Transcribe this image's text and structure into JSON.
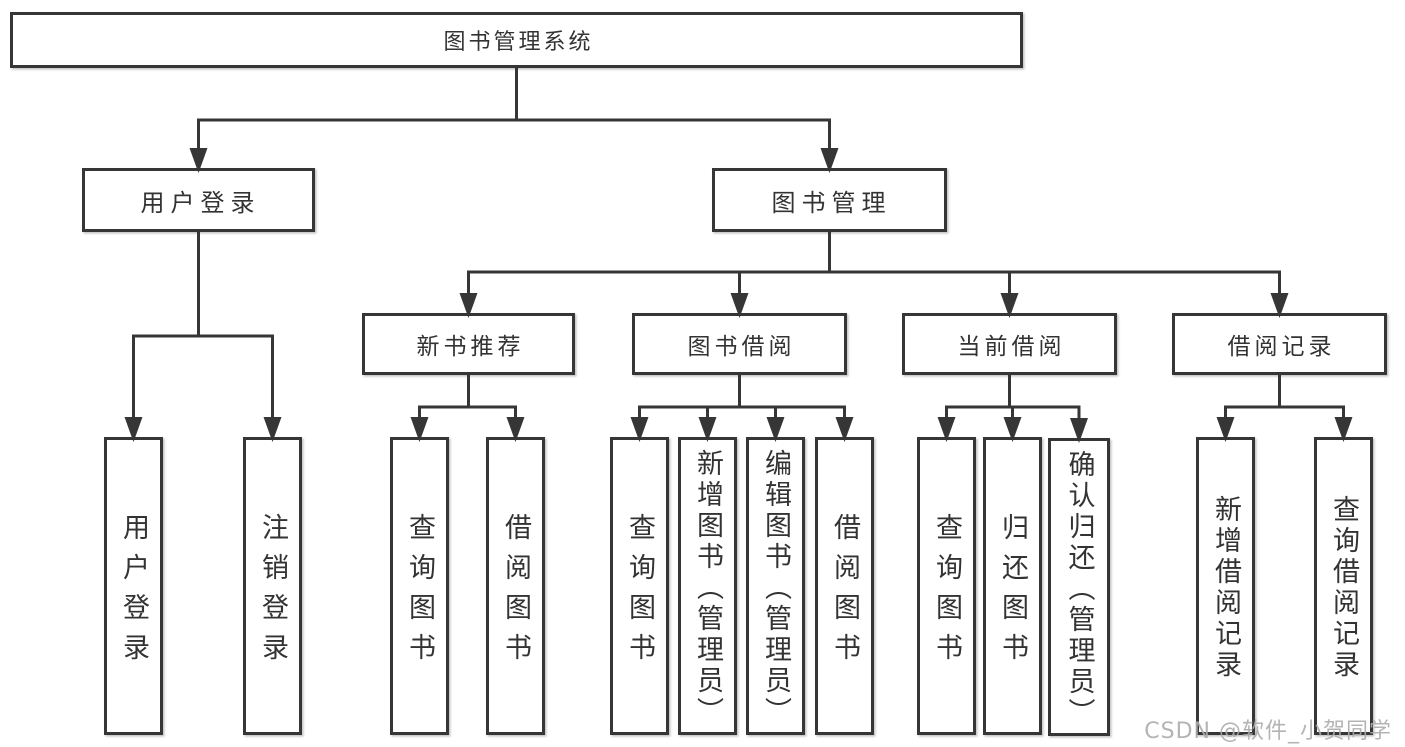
{
  "watermark": "CSDN @软件_小贺同学",
  "diagram": {
    "title": "图书管理系统",
    "nodes": [
      {
        "id": "root",
        "label": "图书管理系统"
      },
      {
        "id": "user-login",
        "label": "用户登录"
      },
      {
        "id": "book-mgmt",
        "label": "图书管理"
      },
      {
        "id": "login",
        "label": "用户登录"
      },
      {
        "id": "logout",
        "label": "注销登录"
      },
      {
        "id": "new-book-rec",
        "label": "新书推荐"
      },
      {
        "id": "book-borrow",
        "label": "图书借阅"
      },
      {
        "id": "current-borrow",
        "label": "当前借阅"
      },
      {
        "id": "borrow-records",
        "label": "借阅记录"
      },
      {
        "id": "rec-query-book",
        "label": "查询图书"
      },
      {
        "id": "rec-borrow-book",
        "label": "借阅图书"
      },
      {
        "id": "bb-query-book",
        "label": "查询图书"
      },
      {
        "id": "bb-add-book",
        "label": "新增图书（管理员）"
      },
      {
        "id": "bb-edit-book",
        "label": "编辑图书（管理员）"
      },
      {
        "id": "bb-borrow-book",
        "label": "借阅图书"
      },
      {
        "id": "cb-query-book",
        "label": "查询图书"
      },
      {
        "id": "cb-return-book",
        "label": "归还图书"
      },
      {
        "id": "cb-confirm-return",
        "label": "确认归还（管理员）"
      },
      {
        "id": "br-add-record",
        "label": "新增借阅记录"
      },
      {
        "id": "br-query-record",
        "label": "查询借阅记录"
      }
    ],
    "edges": [
      {
        "from": "root",
        "to": [
          "user-login",
          "book-mgmt"
        ]
      },
      {
        "from": "user-login",
        "to": [
          "login",
          "logout"
        ]
      },
      {
        "from": "book-mgmt",
        "to": [
          "new-book-rec",
          "book-borrow",
          "current-borrow",
          "borrow-records"
        ]
      },
      {
        "from": "new-book-rec",
        "to": [
          "rec-query-book",
          "rec-borrow-book"
        ]
      },
      {
        "from": "book-borrow",
        "to": [
          "bb-query-book",
          "bb-add-book",
          "bb-edit-book",
          "bb-borrow-book"
        ]
      },
      {
        "from": "current-borrow",
        "to": [
          "cb-query-book",
          "cb-return-book",
          "cb-confirm-return"
        ]
      },
      {
        "from": "borrow-records",
        "to": [
          "br-add-record",
          "br-query-record"
        ]
      }
    ],
    "line_color": "#363636",
    "text_color": "#333333"
  }
}
